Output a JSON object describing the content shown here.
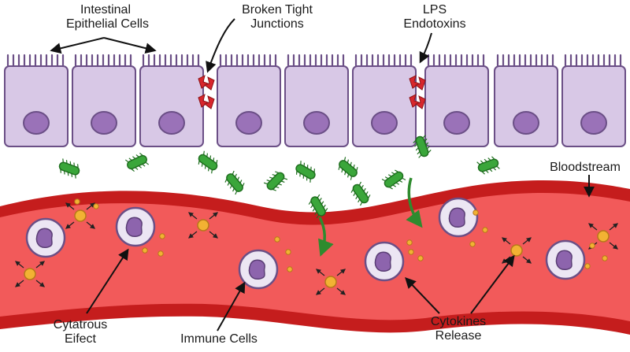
{
  "labels": {
    "epithelial_line1": "Intestinal",
    "epithelial_line2": "Epithelial Cells",
    "tight_line1": "Broken Tight",
    "tight_line2": "Junctions",
    "lps_line1": "LPS",
    "lps_line2": "Endotoxins",
    "bloodstream": "Bloodstream",
    "cytotoxic_line1": "Cytatrous",
    "cytotoxic_line2": "Eifect",
    "immune": "Immune Cells",
    "cytokines_line1": "Cytokines",
    "cytokines_line2": "Release"
  },
  "colors": {
    "cell_fill": "#d8c8e6",
    "cell_stroke": "#6b4f86",
    "nucleus": "#9a72b8",
    "vessel_wall": "#c51d1d",
    "vessel_lumen": "#f25a5a",
    "bacteria": "#3aa63a",
    "junction": "#d8262c",
    "cytokine": "#f2b233",
    "immune_fill": "#ece6f3",
    "immune_nucleus": "#8d64ad"
  }
}
